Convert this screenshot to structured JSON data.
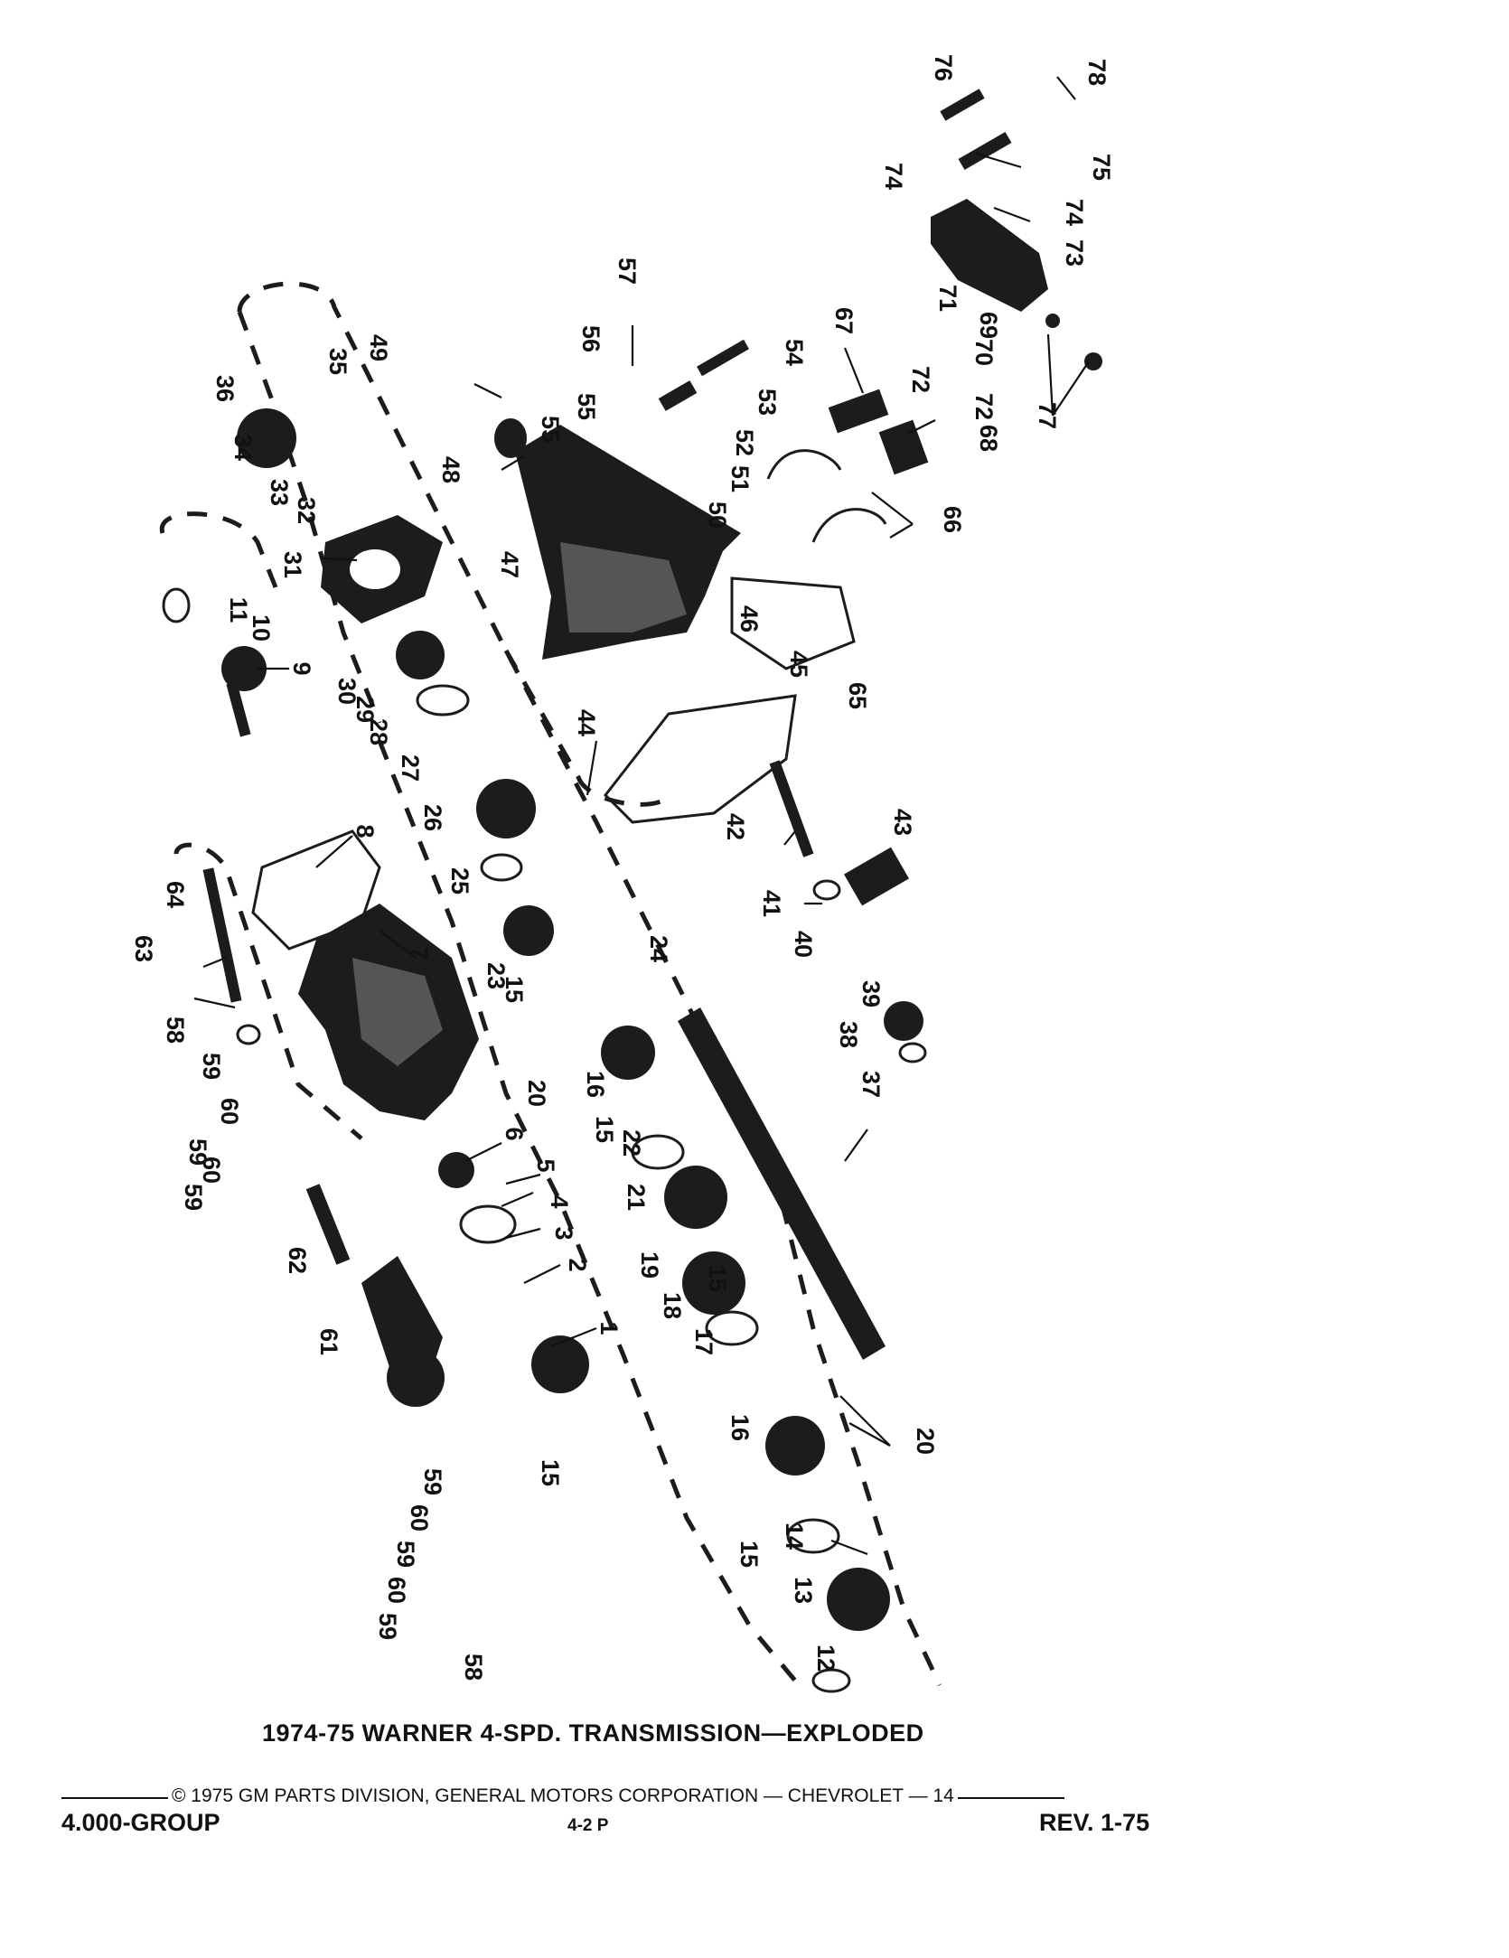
{
  "document": {
    "title": "1974-75 WARNER 4-SPD. TRANSMISSION—EXPLODED",
    "copyright": "© 1975 GM PARTS DIVISION, GENERAL MOTORS CORPORATION — CHEVROLET — 14",
    "group": "4.000-GROUP",
    "page": "4-2  P",
    "revision": "REV. 1-75"
  },
  "callouts": [
    "1",
    "2",
    "3",
    "4",
    "5",
    "6",
    "7",
    "8",
    "9",
    "10",
    "11",
    "12",
    "13",
    "14",
    "15",
    "16",
    "17",
    "18",
    "19",
    "20",
    "21",
    "22",
    "23",
    "24",
    "25",
    "26",
    "27",
    "28",
    "29",
    "30",
    "31",
    "32",
    "33",
    "34",
    "35",
    "36",
    "37",
    "38",
    "39",
    "40",
    "41",
    "42",
    "43",
    "44",
    "45",
    "46",
    "47",
    "48",
    "49",
    "50",
    "51",
    "52",
    "53",
    "54",
    "55",
    "56",
    "57",
    "58",
    "59",
    "60",
    "61",
    "62",
    "63",
    "64",
    "65",
    "66",
    "67",
    "68",
    "69",
    "70",
    "71",
    "72",
    "73",
    "74",
    "75",
    "76",
    "77",
    "78"
  ]
}
